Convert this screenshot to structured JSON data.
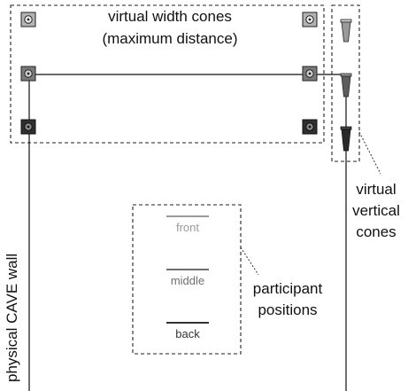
{
  "labels": {
    "width_cones_line1": "virtual width cones",
    "width_cones_line2": "(maximum distance)",
    "vertical_cones_line1": "virtual",
    "vertical_cones_line2": "vertical",
    "vertical_cones_line3": "cones",
    "participant_line1": "participant",
    "participant_line2": "positions",
    "wall": "physical CAVE wall"
  },
  "positions": {
    "front": "front",
    "middle": "middle",
    "back": "back"
  },
  "colors": {
    "front": "#9a9a9a",
    "middle": "#6e6e6e",
    "back": "#333333",
    "cone_light": "#8f8f8f",
    "cone_mid": "#606060",
    "cone_dark": "#2f2f2f"
  }
}
